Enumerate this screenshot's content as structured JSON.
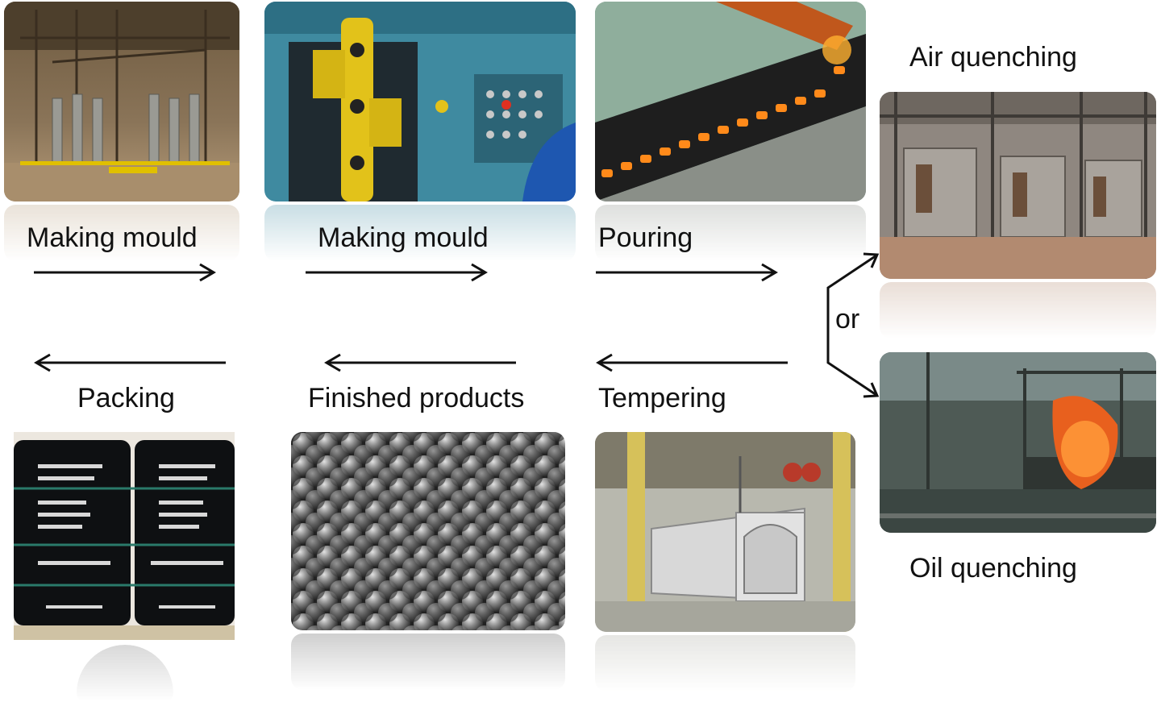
{
  "steps": {
    "making_mould_1": "Making mould",
    "making_mould_2": "Making mould",
    "pouring": "Pouring",
    "air_quenching": "Air quenching",
    "or": "or",
    "oil_quenching": "Oil quenching",
    "tempering": "Tempering",
    "finished_products": "Finished products",
    "packing": "Packing"
  },
  "colors": {
    "arrow": "#111111",
    "text": "#111111"
  }
}
